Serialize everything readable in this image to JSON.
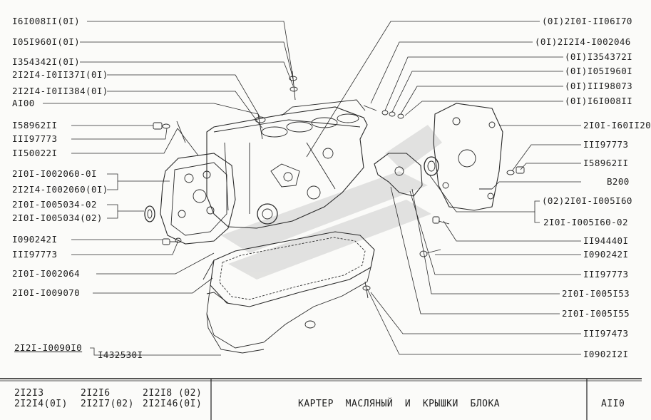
{
  "left_labels": [
    "I6I008II(0I)",
    "I05I960I(0I)",
    "I354342I(0I)",
    "2I2I4-I0II37I(0I)",
    "2I2I4-I0II384(0I)",
    "AI00",
    "I58962II",
    "III97773",
    "II50022I",
    "2I0I-I002060-0I",
    "2I2I4-I002060(0I)",
    "2I0I-I005034-02",
    "2I0I-I005034(02)",
    "I090242I",
    "III97773",
    "2I0I-I002064",
    "2I0I-I009070",
    "2I2I-I0090I0",
    "I432530I"
  ],
  "right_labels": [
    "(0I)2I0I-II06I70",
    "(0I)2I2I4-I002046",
    "(0I)I354372I",
    "(0I)I05I960I",
    "(0I)III98073",
    "(0I)I6I008II",
    "2I0I-I60II20",
    "III97773",
    "I58962II",
    "B200",
    "(02)2I0I-I005I60",
    "2I0I-I005I60-02",
    "II94440I",
    "I090242I",
    "III97773",
    "2I0I-I005I53",
    "2I0I-I005I55",
    "III97473",
    "I0902I2I"
  ],
  "title_block": {
    "models": [
      [
        "2I2I3",
        "2I2I6",
        "2I2I8 (02)"
      ],
      [
        "2I2I4(0I)",
        "2I2I7(02)",
        "2I2I46(0I)"
      ]
    ],
    "title": "КАРТЕР  МАСЛЯНЫЙ  И  КРЫШКИ  БЛОКА",
    "sheet_code": "AII0"
  }
}
